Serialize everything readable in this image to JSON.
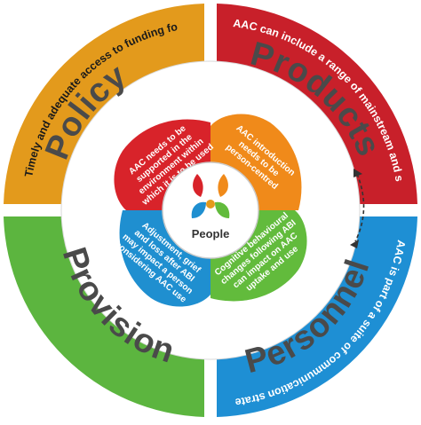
{
  "colors": {
    "policy": "#e39a1c",
    "products": "#c8202a",
    "personnel": "#1e8fd4",
    "provision": "#5cb53f",
    "petal_red": "#d8232a",
    "petal_orange": "#f08a1a",
    "petal_green": "#62bb3c",
    "petal_blue": "#1f8fd0",
    "label_grey": "#4a4a4a"
  },
  "outer": {
    "policy_text": "Timely and adequate access to funding for appropriate AAC products and services is necessary",
    "products_text": "AAC can include a range of mainstream and specialised products",
    "personnel_text": "AAC is part of a suite of communication strategies and supports for people with ABI",
    "provision_text": ""
  },
  "ring_labels": {
    "policy": "Policy",
    "products": "Products",
    "provision": "Provision",
    "personnel": "Personnel"
  },
  "petals": {
    "red": [
      "AAC needs to be",
      "supported in the",
      "environment within",
      "which it is to be used"
    ],
    "orange": [
      "AAC introduction",
      "needs to be",
      "person-centred"
    ],
    "blue": [
      "Adjustment, grief",
      "and loss after ABI",
      "may impact a person",
      "considering AAC use"
    ],
    "green": [
      "Cognitive behavioural",
      "changes following ABI",
      "can impact on AAC",
      "uptake and use"
    ]
  },
  "center": {
    "label": "People",
    "logo_icon": "people-logo-icon"
  },
  "icons": {
    "arrow": "dashed-curved-arrow-icon"
  }
}
